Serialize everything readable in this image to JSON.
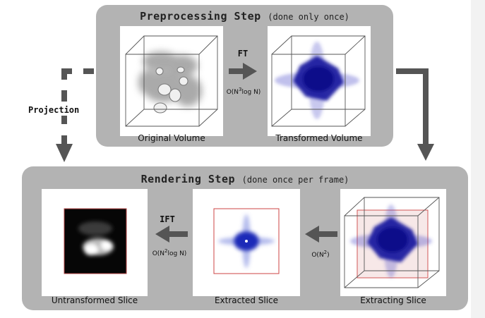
{
  "preprocessing": {
    "title": "Preprocessing Step",
    "subtitle": "(done only once)",
    "original_caption": "Original Volume",
    "transformed_caption": "Transformed Volume",
    "op_label": "FT",
    "complexity_prefix": "O(N",
    "complexity_exp": "3",
    "complexity_suffix": "log N)"
  },
  "rendering": {
    "title": "Rendering Step",
    "subtitle": "(done once per frame)",
    "extracting_caption": "Extracting Slice",
    "extracted_caption": "Extracted Slice",
    "untransformed_caption": "Untransformed Slice",
    "extract_complexity_prefix": "O(N",
    "extract_complexity_exp": "2",
    "extract_complexity_suffix": ")",
    "ift_label": "IFT",
    "ift_complexity_prefix": "O(N",
    "ift_complexity_exp": "2",
    "ift_complexity_suffix": "log N)"
  },
  "projection_label": "Projection",
  "colors": {
    "panel": "#b3b3b3",
    "arrow": "#555555",
    "volume_blue": "#1a1aa0",
    "slice_outline": "#cc4444"
  }
}
